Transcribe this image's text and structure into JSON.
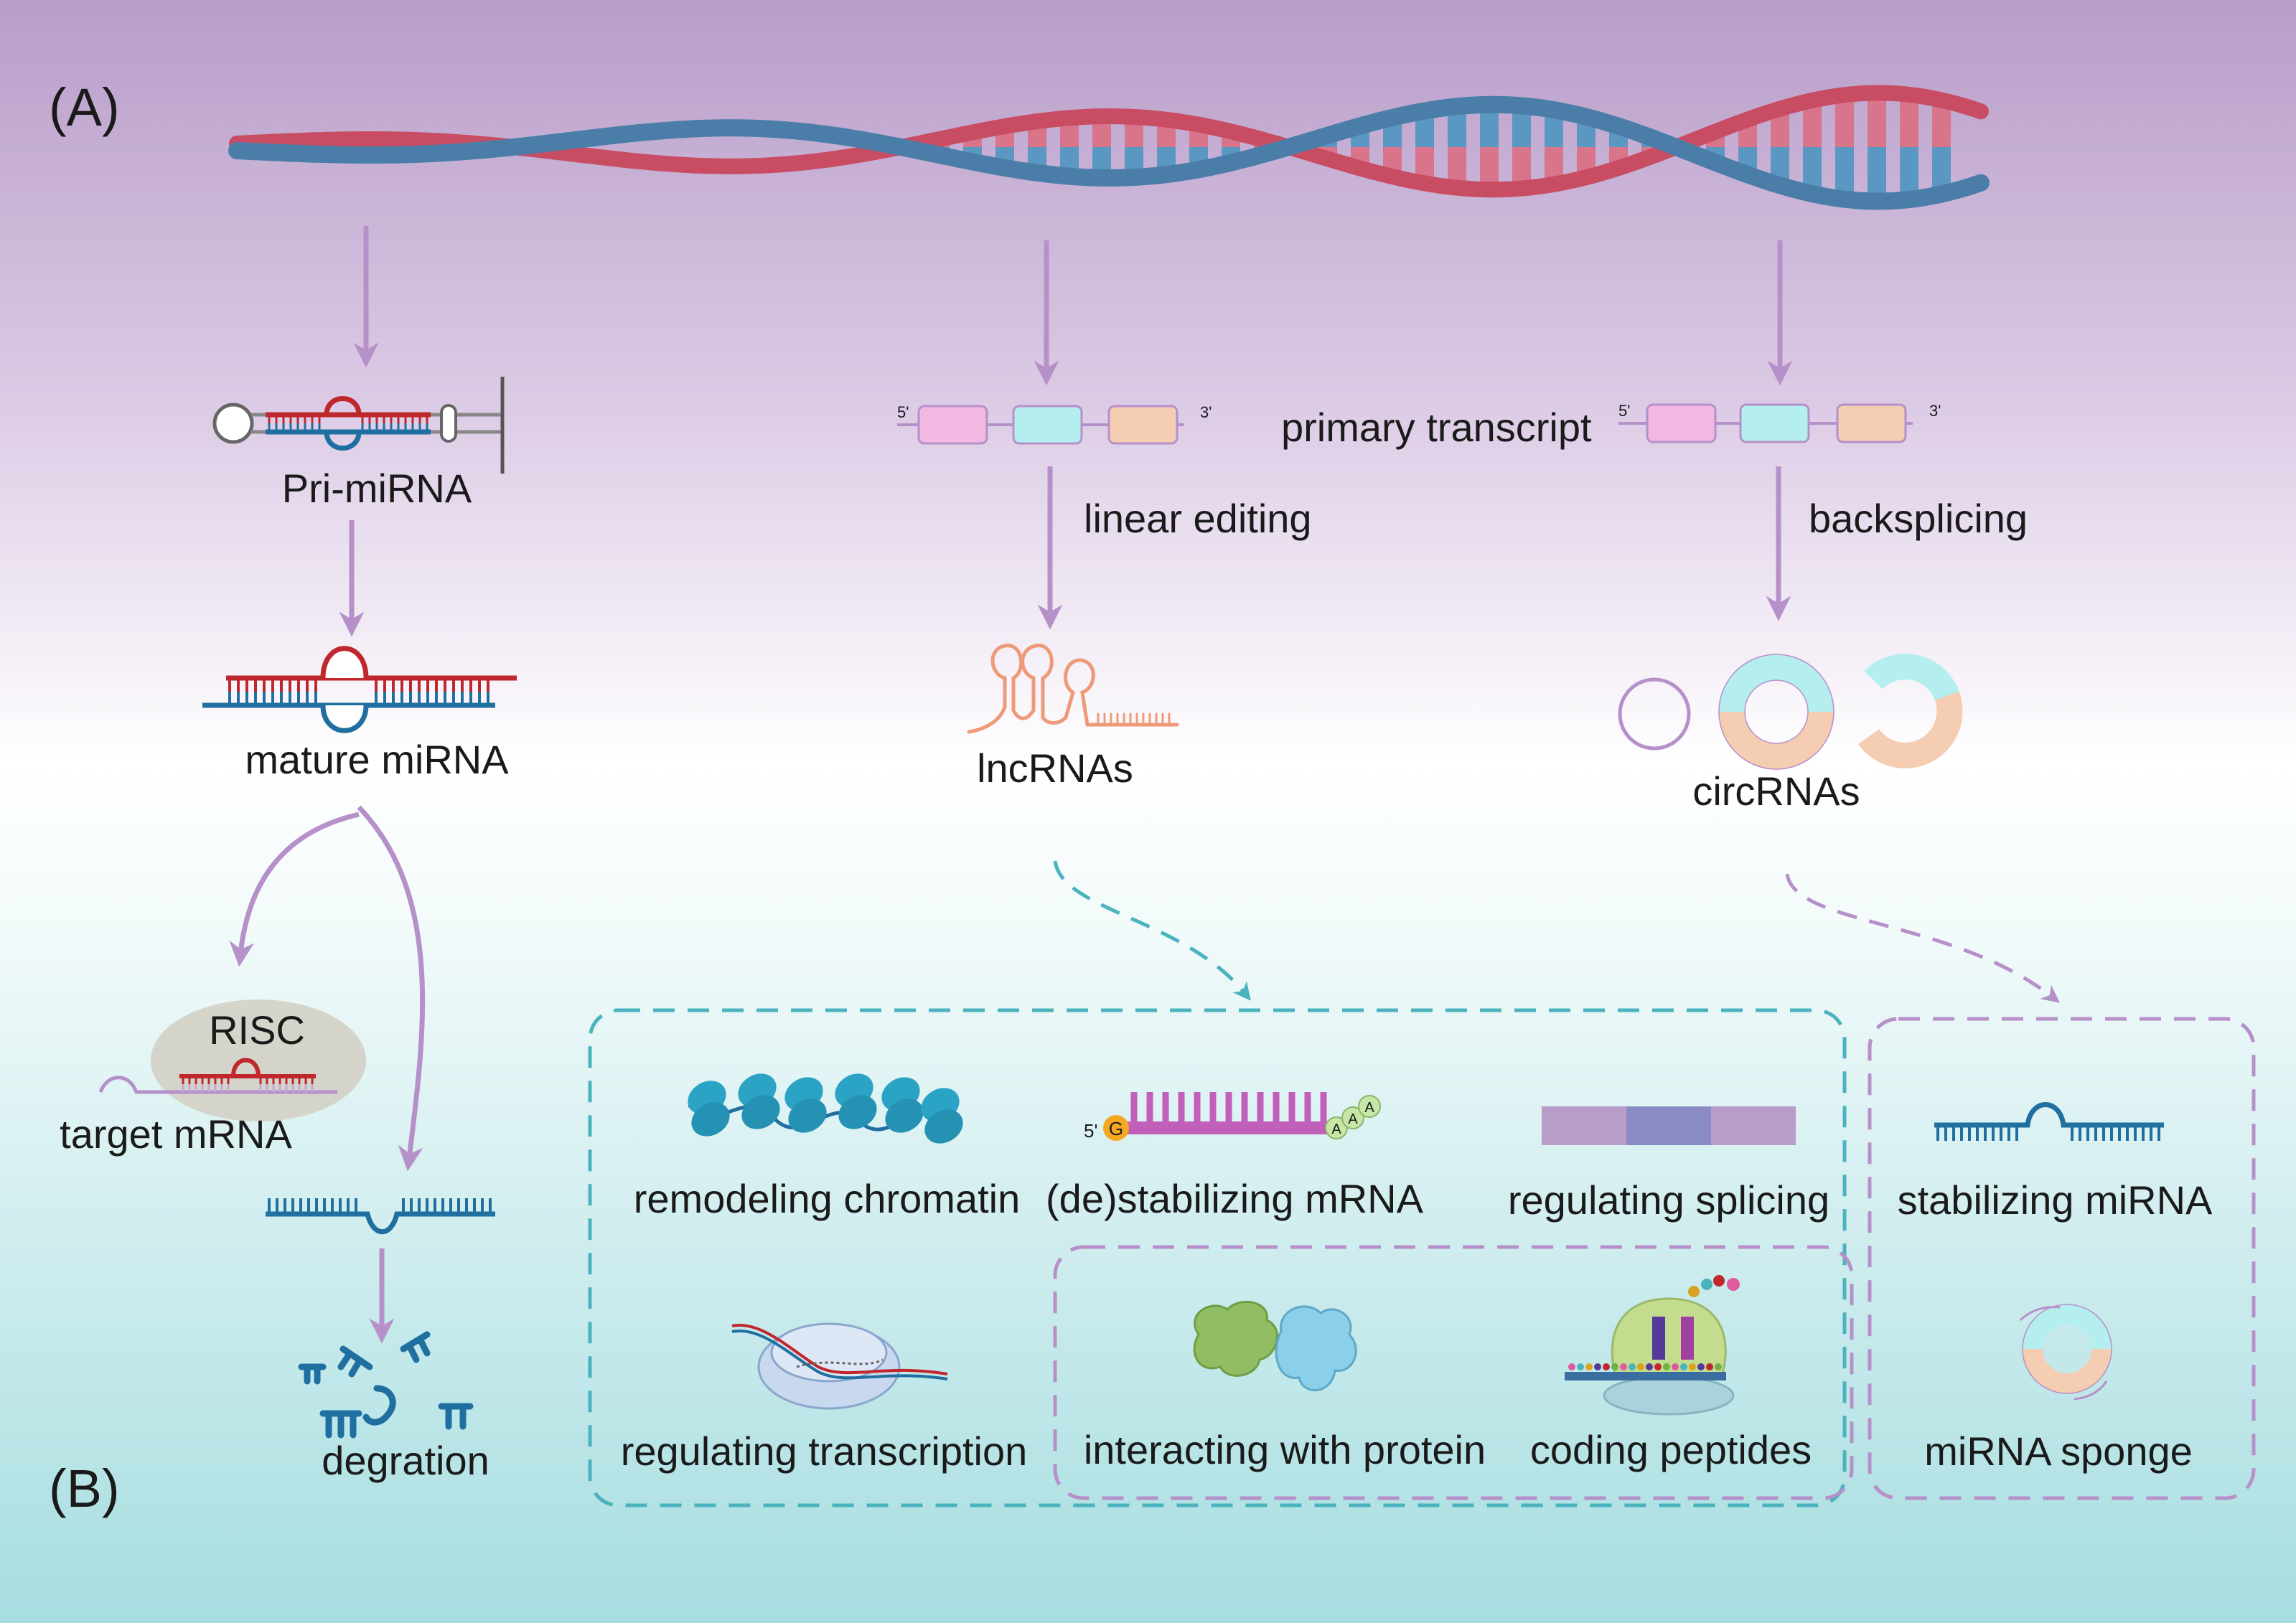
{
  "panel_labels": {
    "a": "(A)",
    "b": "(B)"
  },
  "colors": {
    "bg_top": "#b89dc9",
    "bg_mid": "#ffffff",
    "bg_bottom": "#a6dde0",
    "dna_red": "#c84d63",
    "dna_blue": "#4a7ea8",
    "arrow_purple": "#b690c9",
    "teal": "#4ab3be",
    "mirna_red": "#c0272d",
    "mirna_blue": "#1f6fa0",
    "exon_pink": "#f2b8e2",
    "exon_cyan": "#b5eeee",
    "exon_peach": "#f4cdb2",
    "lnc_orange": "#ee9a78"
  },
  "pathway_mirna": {
    "pri_label": "Pri-miRNA",
    "mature_label": "mature miRNA",
    "risc_label": "RISC",
    "target_label": "target mRNA",
    "degradation_label": "degration"
  },
  "transcripts": {
    "five_prime": "5'",
    "three_prime": "3'",
    "primary_label": "primary transcript",
    "linear_label": "linear editing",
    "back_label": "backsplicing",
    "lnc_label": "lncRNAs",
    "circ_label": "circRNAs"
  },
  "functions": {
    "lnc": {
      "remodeling": "remodeling chromatin",
      "destabilizing": "(de)stabilizing  mRNA",
      "splicing": "regulating splicing",
      "transcription": "regulating transcription"
    },
    "shared": {
      "interacting": "interacting with protein",
      "coding": "coding peptides"
    },
    "circ": {
      "stabilizing": "stabilizing miRNA",
      "sponge": "miRNA sponge"
    },
    "mrna_cap": "G",
    "mrna_five": "5'",
    "poly_a": [
      "A",
      "A",
      "A"
    ]
  }
}
